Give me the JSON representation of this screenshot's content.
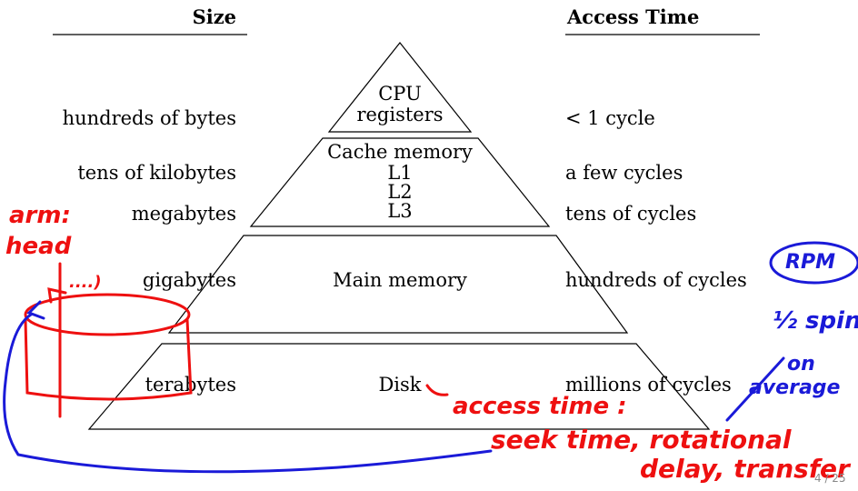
{
  "headers": {
    "size": "Size",
    "access_time": "Access Time"
  },
  "levels": [
    {
      "name_lines": [
        "CPU",
        "registers"
      ],
      "size": "hundreds of bytes",
      "access": "< 1 cycle"
    },
    {
      "name_lines": [
        "Cache memory",
        "L1",
        "L2",
        "L3"
      ],
      "size_lines": [
        "tens of kilobytes",
        "megabytes"
      ],
      "access_lines": [
        "a few cycles",
        "tens of cycles"
      ]
    },
    {
      "name_lines": [
        "Main memory"
      ],
      "size": "gigabytes",
      "access": "hundreds of cycles"
    },
    {
      "name_lines": [
        "Disk"
      ],
      "size": "terabytes",
      "access": "millions of cycles"
    }
  ],
  "annotations": {
    "arm_head": [
      "arm:",
      "head"
    ],
    "arrow_dots": "....)",
    "rpm": "RPM",
    "half_spin": [
      "½ spin",
      "on",
      "average"
    ],
    "access_time": "access time :",
    "seek_line": "seek time, rotational",
    "delay_line": "delay, transfer"
  },
  "colors": {
    "ink_red": "#ee1010",
    "ink_blue": "#1a1ad8"
  },
  "page_number": "4 / 25"
}
